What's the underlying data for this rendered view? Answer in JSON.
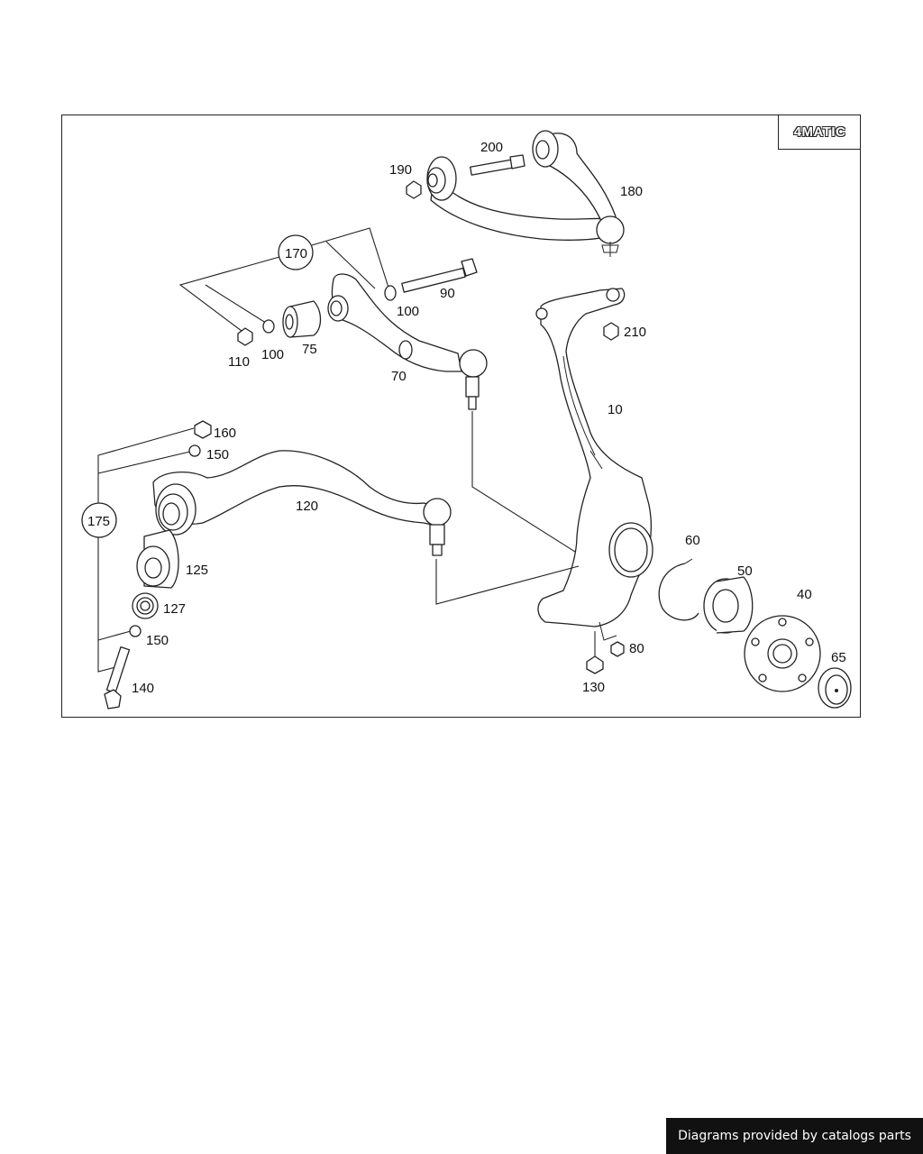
{
  "badge": {
    "text": "4MATIC"
  },
  "callouts": {
    "p10": "10",
    "p40": "40",
    "p50": "50",
    "p60": "60",
    "p65": "65",
    "p70": "70",
    "p75": "75",
    "p80": "80",
    "p90": "90",
    "p100a": "100",
    "p100b": "100",
    "p110": "110",
    "p120": "120",
    "p125": "125",
    "p127": "127",
    "p130": "130",
    "p140": "140",
    "p150a": "150",
    "p150b": "150",
    "p160": "160",
    "p170": "170",
    "p175": "175",
    "p180": "180",
    "p190": "190",
    "p200": "200",
    "p210": "210"
  },
  "footer": {
    "text": "Diagrams provided by catalogs parts"
  }
}
